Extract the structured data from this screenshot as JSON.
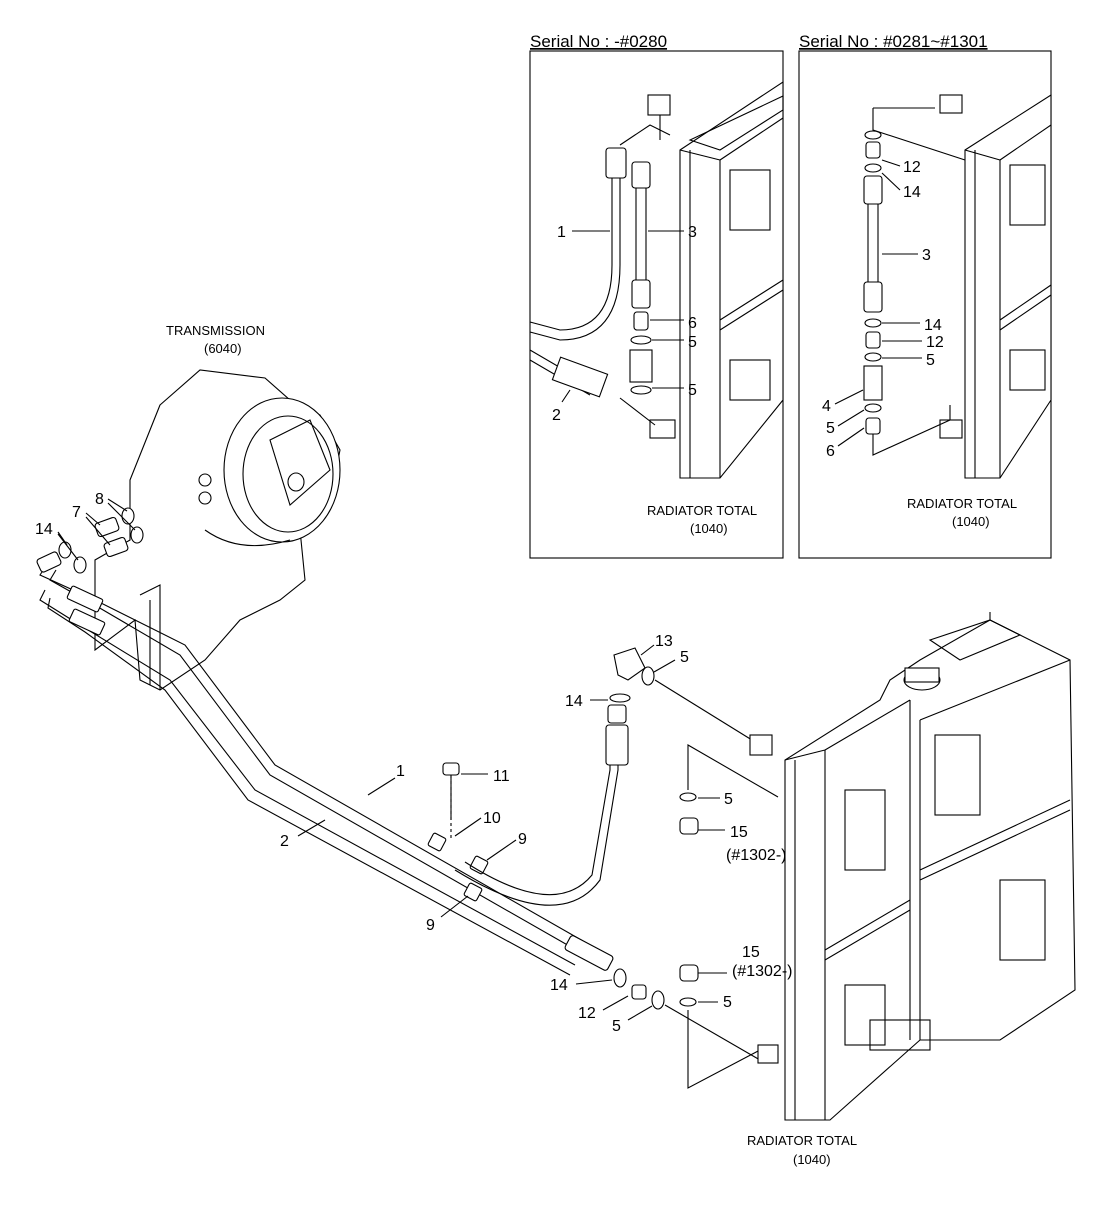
{
  "diagram": {
    "captions": {
      "transmission": "TRANSMISSION",
      "transmission_code": "(6040)",
      "radiator_main": "RADIATOR TOTAL",
      "radiator_main_code": "(1040)",
      "radiator_inset1": "RADIATOR TOTAL",
      "radiator_inset1_code": "(1040)",
      "radiator_inset2": "RADIATOR TOTAL",
      "radiator_inset2_code": "(1040)"
    },
    "insets": {
      "left_serial": "Serial No : -#0280",
      "right_serial": "Serial No : #0281~#1301"
    },
    "callouts": {
      "inset1": [
        "1",
        "3",
        "6",
        "5",
        "5",
        "2"
      ],
      "inset2": [
        "12",
        "14",
        "3",
        "14",
        "12",
        "5",
        "4",
        "5",
        "6"
      ],
      "main": [
        "8",
        "7",
        "14",
        "13",
        "5",
        "14",
        "5",
        "15",
        "(#1302-)",
        "1",
        "11",
        "10",
        "9",
        "2",
        "9",
        "15",
        "(#1302-)",
        "14",
        "12",
        "5",
        "5"
      ]
    }
  }
}
